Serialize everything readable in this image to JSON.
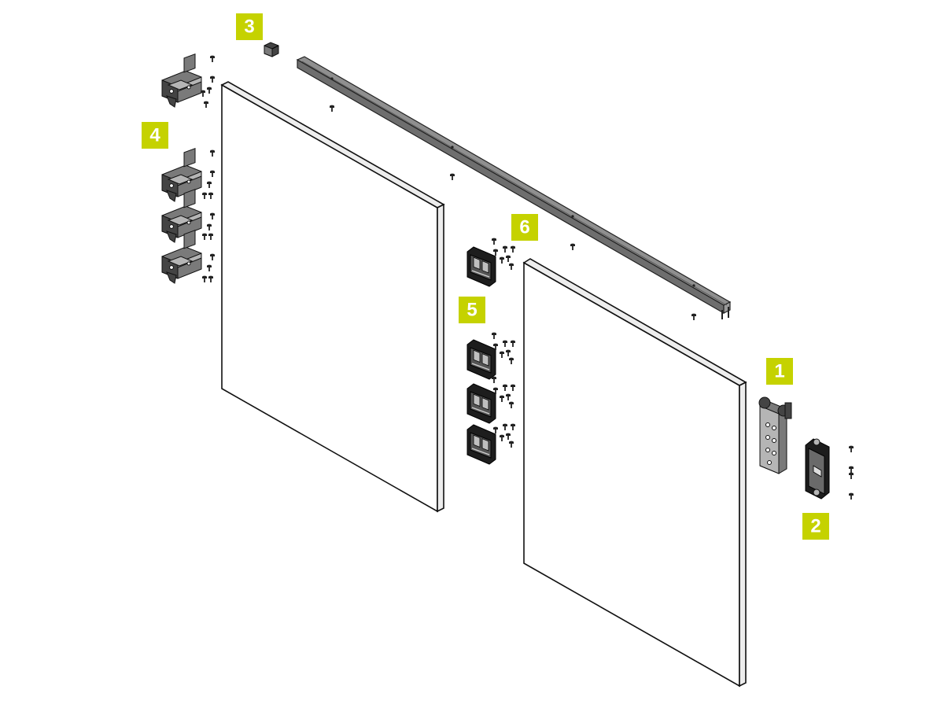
{
  "accent_color": "#c5d200",
  "callouts": [
    {
      "id": "1",
      "label": "1"
    },
    {
      "id": "2",
      "label": "2"
    },
    {
      "id": "3",
      "label": "3"
    },
    {
      "id": "4",
      "label": "4"
    },
    {
      "id": "5",
      "label": "5"
    },
    {
      "id": "6",
      "label": "6"
    }
  ],
  "parts": {
    "rail": "aluminium-track",
    "doors": [
      "door-panel-left",
      "door-panel-right"
    ],
    "hardware": [
      "roller-carriage",
      "end-stop-plate",
      "track-stopper",
      "top-fixing-bracket",
      "bottom-guide",
      "center-guide"
    ],
    "fasteners": "screws"
  }
}
